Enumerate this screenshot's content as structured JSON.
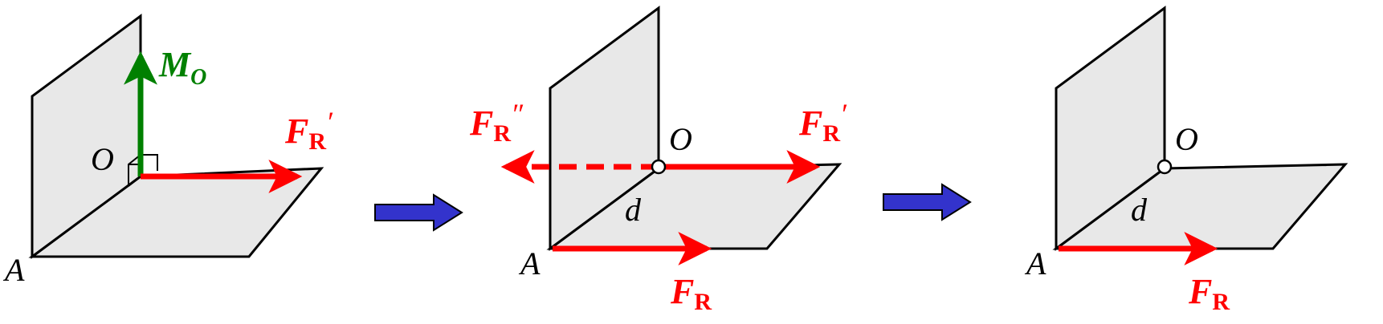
{
  "panels": [
    {
      "labels": {
        "o": "O",
        "a": "A",
        "moment": "M",
        "moment_sub": "O",
        "force_prime": "F",
        "force_prime_sub": "R",
        "force_prime_mark": "′"
      }
    },
    {
      "labels": {
        "o": "O",
        "a": "A",
        "d": "d",
        "force_dprime": "F",
        "force_dprime_sub": "R",
        "force_dprime_mark": "″",
        "force_prime": "F",
        "force_prime_sub": "R",
        "force_prime_mark": "′",
        "force": "F",
        "force_sub": "R"
      }
    },
    {
      "labels": {
        "o": "O",
        "a": "A",
        "d": "d",
        "force": "F",
        "force_sub": "R"
      }
    }
  ],
  "colors": {
    "plane_fill": "#e8e8e8",
    "outline": "#000000",
    "force": "#ff0000",
    "moment": "#008000",
    "arrow_transition": "#3333cc"
  }
}
